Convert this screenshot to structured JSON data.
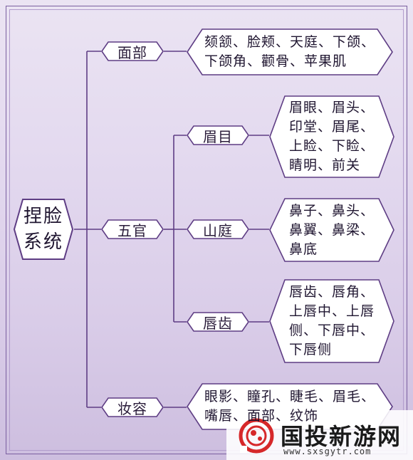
{
  "root": {
    "line1": "捏脸",
    "line2": "系统"
  },
  "level1": [
    {
      "label": "面部"
    },
    {
      "label": "五官"
    },
    {
      "label": "妆容"
    }
  ],
  "level2": [
    {
      "label": "眉目"
    },
    {
      "label": "山庭"
    },
    {
      "label": "唇齿"
    }
  ],
  "leaves": {
    "face": [
      "颏颔、脸颊、天庭、下颌、",
      "下颌角、颧骨、苹果肌"
    ],
    "brow": [
      "眉眼、眉头、",
      "印堂、眉尾、",
      "上睑、下睑、",
      "睛明、前关"
    ],
    "nose": [
      "鼻子、鼻头、",
      "鼻翼、鼻梁、",
      "鼻底"
    ],
    "lips": [
      "唇齿、唇角、",
      "上唇中、上唇",
      "侧、下唇中、",
      "下唇侧"
    ],
    "makeup": [
      "眼影、瞳孔、睫毛、眉毛、",
      "嘴唇、面部、纹饰"
    ]
  },
  "watermark": {
    "brand": "国投新游网",
    "url": "www.sxsgytr.com"
  },
  "colors": {
    "line": "#5e3d84",
    "node_fill": "#ffffff",
    "node_stroke": "#5e3d84"
  }
}
